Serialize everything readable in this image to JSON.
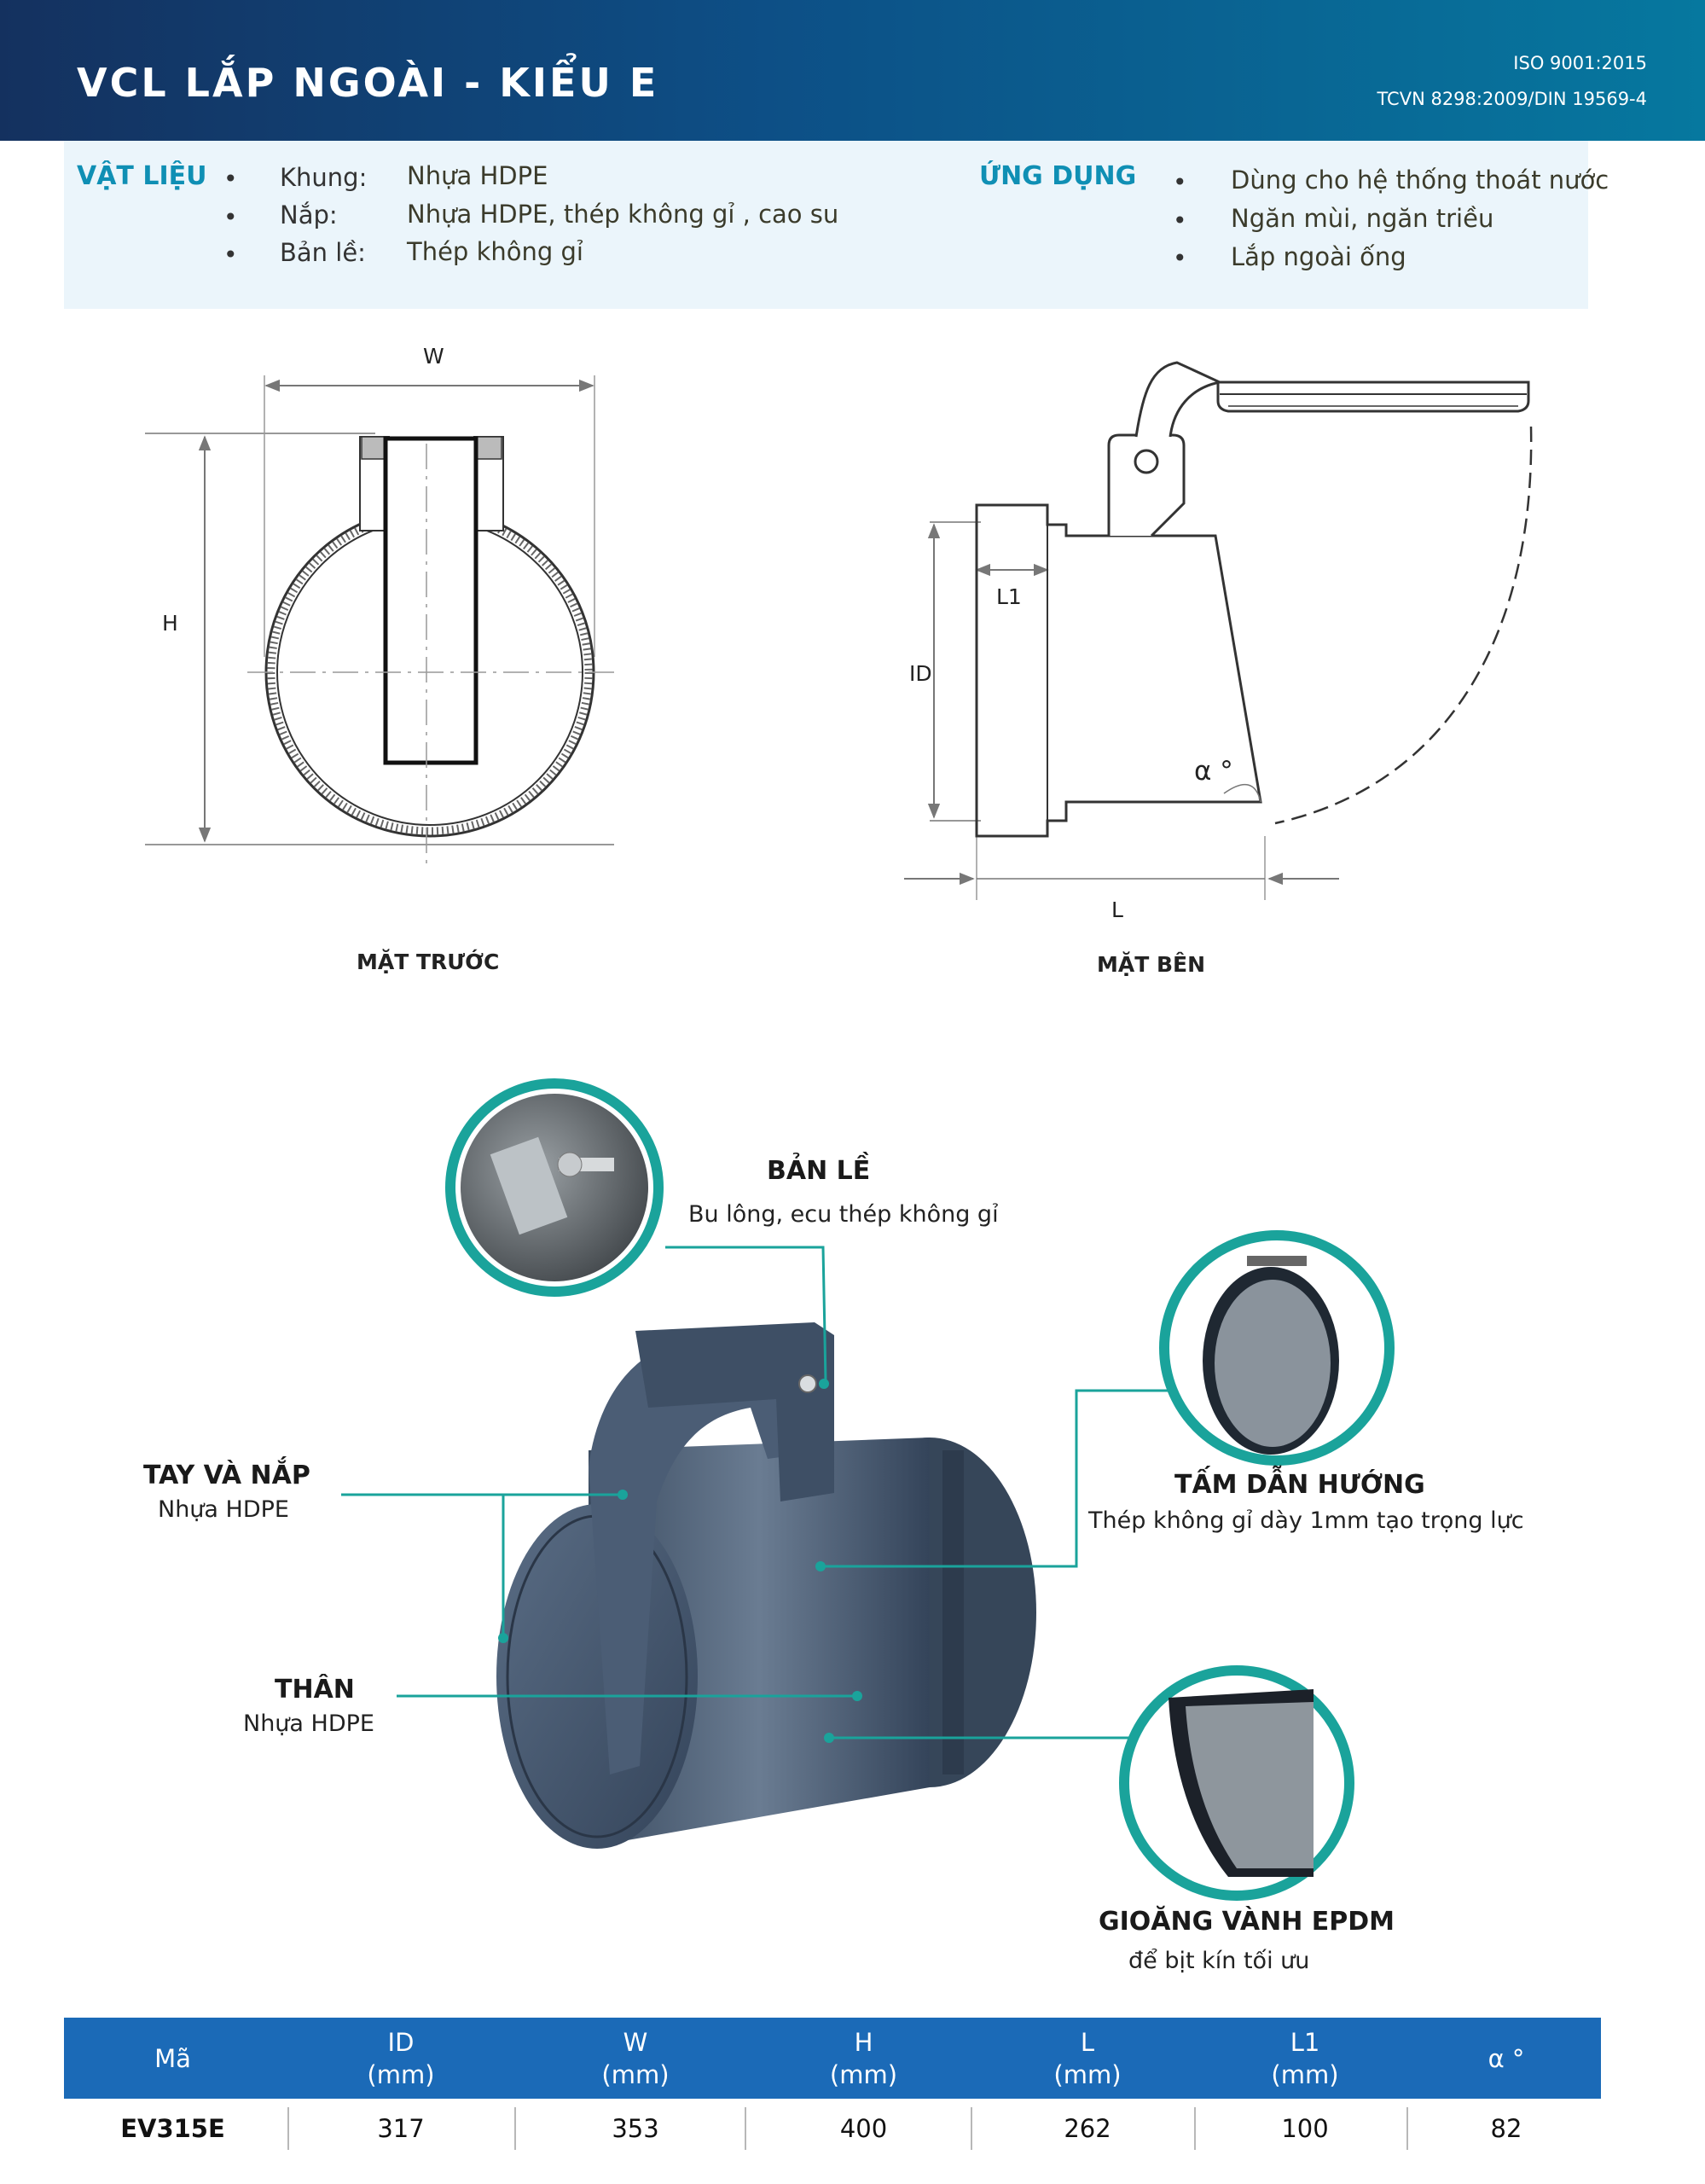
{
  "header": {
    "title": "VCL LẮP NGOÀI - KIỂU E",
    "standard_1": "ISO 9001:2015",
    "standard_2": "TCVN 8298:2009/DIN 19569-4"
  },
  "materials": {
    "title": "VẬT LIỆU",
    "items": [
      {
        "label": "Khung:",
        "value": "Nhựa HDPE"
      },
      {
        "label": "Nắp:",
        "value": "Nhựa HDPE, thép không gỉ , cao su"
      },
      {
        "label": "Bản lề:",
        "value": "Thép không gỉ"
      }
    ]
  },
  "applications": {
    "title": "ỨNG DỤNG",
    "items": [
      "Dùng  cho hệ thống thoát nước",
      "Ngăn mùi, ngăn triều",
      "Lắp ngoài ống"
    ]
  },
  "bullet_symbol": "•",
  "drawings": {
    "front": {
      "caption": "MẶT TRƯỚC",
      "width_label": "W",
      "height_label": "H"
    },
    "side": {
      "caption": "MẶT BÊN",
      "id_label": "ID",
      "l1_label": "L1",
      "l_label": "L",
      "angle_label": "α °"
    }
  },
  "callouts": {
    "hinge": {
      "title": "BẢN LỀ",
      "subtitle": "Bu lông, ecu thép không gỉ"
    },
    "handle_cover": {
      "title": "TAY VÀ NẮP",
      "subtitle": "Nhựa HDPE"
    },
    "body": {
      "title": "THÂN",
      "subtitle": "Nhựa HDPE"
    },
    "guide_plate": {
      "title": "TẤM DẪN HƯỚNG",
      "subtitle": "Thép không gỉ dày 1mm tạo trọng lực"
    },
    "gasket": {
      "title": "GIOĂNG VÀNH EPDM",
      "subtitle": "để bịt kín tối ưu"
    }
  },
  "colors": {
    "accent": "#0f8fb4",
    "teal": "#1aa39b",
    "table_header": "#1b6ab7",
    "valve_body": "#4a5d75"
  },
  "table": {
    "headers": [
      {
        "line1": "Mã",
        "line2": ""
      },
      {
        "line1": "ID",
        "line2": "(mm)"
      },
      {
        "line1": "W",
        "line2": "(mm)"
      },
      {
        "line1": "H",
        "line2": "(mm)"
      },
      {
        "line1": "L",
        "line2": "(mm)"
      },
      {
        "line1": "L1",
        "line2": "(mm)"
      },
      {
        "line1": "α °",
        "line2": ""
      }
    ],
    "rows": [
      [
        "EV315E",
        "317",
        "353",
        "400",
        "262",
        "100",
        "82"
      ]
    ]
  }
}
